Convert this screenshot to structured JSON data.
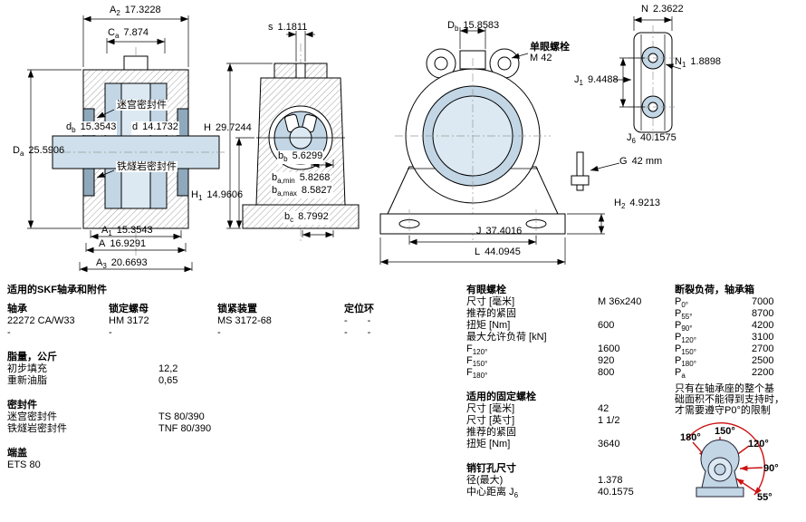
{
  "dims": {
    "A2": {
      "base": "A",
      "sub": "2",
      "value": "17.3228"
    },
    "Ca": {
      "base": "C",
      "sub": "a",
      "value": "7.874"
    },
    "db": {
      "base": "d",
      "sub": "b",
      "value": "15.3543"
    },
    "d": {
      "base": "d",
      "sub": "",
      "value": "14.1732"
    },
    "Da": {
      "base": "D",
      "sub": "a",
      "value": "25.5906"
    },
    "A1": {
      "base": "A",
      "sub": "1",
      "value": "15.3543"
    },
    "A": {
      "base": "A",
      "sub": "",
      "value": "16.9291"
    },
    "A3": {
      "base": "A",
      "sub": "3",
      "value": "20.6693"
    },
    "s": {
      "base": "s",
      "sub": "",
      "value": "1.1811"
    },
    "H": {
      "base": "H",
      "sub": "",
      "value": "29.7244"
    },
    "H1": {
      "base": "H",
      "sub": "1",
      "value": "14.9606"
    },
    "bb": {
      "base": "b",
      "sub": "b",
      "value": "5.6299"
    },
    "ba_min": {
      "base": "b",
      "sub": "a,min",
      "value": "5.8268"
    },
    "ba_max": {
      "base": "b",
      "sub": "a,max",
      "value": "8.5827"
    },
    "bc": {
      "base": "b",
      "sub": "c",
      "value": "8.7992"
    },
    "Db": {
      "base": "D",
      "sub": "b",
      "value": "15.8583"
    },
    "J1": {
      "base": "J",
      "sub": "1",
      "value": "9.4488"
    },
    "J6": {
      "base": "J",
      "sub": "6",
      "value": "40.1575"
    },
    "G": {
      "base": "G",
      "sub": "",
      "value": "42 mm"
    },
    "H2": {
      "base": "H",
      "sub": "2",
      "value": "4.9213"
    },
    "J": {
      "base": "J",
      "sub": "",
      "value": "37.4016"
    },
    "L": {
      "base": "L",
      "sub": "",
      "value": "44.0945"
    },
    "N": {
      "base": "N",
      "sub": "",
      "value": "2.3622"
    },
    "N1": {
      "base": "N",
      "sub": "1",
      "value": "1.8898"
    },
    "labyrinth_seal": "迷宫密封件",
    "taconite_seal": "铁燧岩密封件",
    "eyebolt_label": "单眼螺栓",
    "eyebolt_size": "M 42"
  },
  "bearing_table": {
    "title": "适用的SKF轴承和附件",
    "headers": [
      "轴承",
      "锁定螺母",
      "锁紧装置",
      "定位环"
    ],
    "rows": [
      [
        "22272 CA/W33",
        "HM 3172",
        "MS 3172-68",
        "-  -"
      ],
      [
        "-",
        "-",
        "-",
        "-  -"
      ]
    ]
  },
  "grease": {
    "title": "脂量，公斤",
    "rows": [
      {
        "label": "初步填充",
        "value": "12,2"
      },
      {
        "label": "重新油脂",
        "value": "0,65"
      }
    ]
  },
  "seals": {
    "title": "密封件",
    "rows": [
      {
        "label": "迷宫密封件",
        "value": "TS 80/390"
      },
      {
        "label": "铁燧岩密封件",
        "value": "TNF 80/390"
      }
    ]
  },
  "end_cover": {
    "title": "端盖",
    "value": "ETS 80"
  },
  "eye_bolts": {
    "title": "有眼螺栓",
    "rows": [
      {
        "label": "尺寸 [毫米]",
        "value": "M 36x240"
      },
      {
        "label": "推荐的紧固",
        "value": ""
      },
      {
        "label": "扭矩 [Nm]",
        "value": "600"
      },
      {
        "label": "最大允许负荷 [kN]",
        "value": ""
      },
      {
        "base": "F",
        "sub": "120°",
        "value": "1600"
      },
      {
        "base": "F",
        "sub": "150°",
        "value": "920"
      },
      {
        "base": "F",
        "sub": "180°",
        "value": "800"
      }
    ]
  },
  "fixing_bolts": {
    "title": "适用的固定螺栓",
    "rows": [
      {
        "label": "尺寸 [毫米]",
        "value": "42"
      },
      {
        "label": "尺寸 [英寸]",
        "value": "1 1/2"
      },
      {
        "label": "推荐的紧固",
        "value": ""
      },
      {
        "label": "扭矩 [Nm]",
        "value": "3640"
      }
    ]
  },
  "pin_holes": {
    "title": "销钉孔尺寸",
    "rows": [
      {
        "label": "径(最大)",
        "sub": "",
        "value": "1.378"
      },
      {
        "label": "中心距离 J",
        "sub": "6",
        "value": "40.1575"
      }
    ]
  },
  "breaking_loads": {
    "title": "断裂负荷，轴承箱",
    "rows": [
      {
        "base": "P",
        "sub": "0°",
        "value": "7000"
      },
      {
        "base": "P",
        "sub": "55°",
        "value": "8700"
      },
      {
        "base": "P",
        "sub": "90°",
        "value": "4200"
      },
      {
        "base": "P",
        "sub": "120°",
        "value": "3100"
      },
      {
        "base": "P",
        "sub": "150°",
        "value": "2700"
      },
      {
        "base": "P",
        "sub": "180°",
        "value": "2500"
      },
      {
        "base": "P",
        "sub": "a",
        "value": "2200"
      }
    ],
    "note": [
      "只有在轴承座的整个基",
      "础面积不能得到支持时，",
      "才需要遵守P0°的限制"
    ]
  },
  "angle_diagram": {
    "labels": [
      "180°",
      "150°",
      "120°",
      "90°",
      "55°"
    ]
  },
  "colors": {
    "drawing_fill": "#c2d6e5",
    "drawing_fill_light": "#dce9f2",
    "accent_red": "#cc1111"
  }
}
